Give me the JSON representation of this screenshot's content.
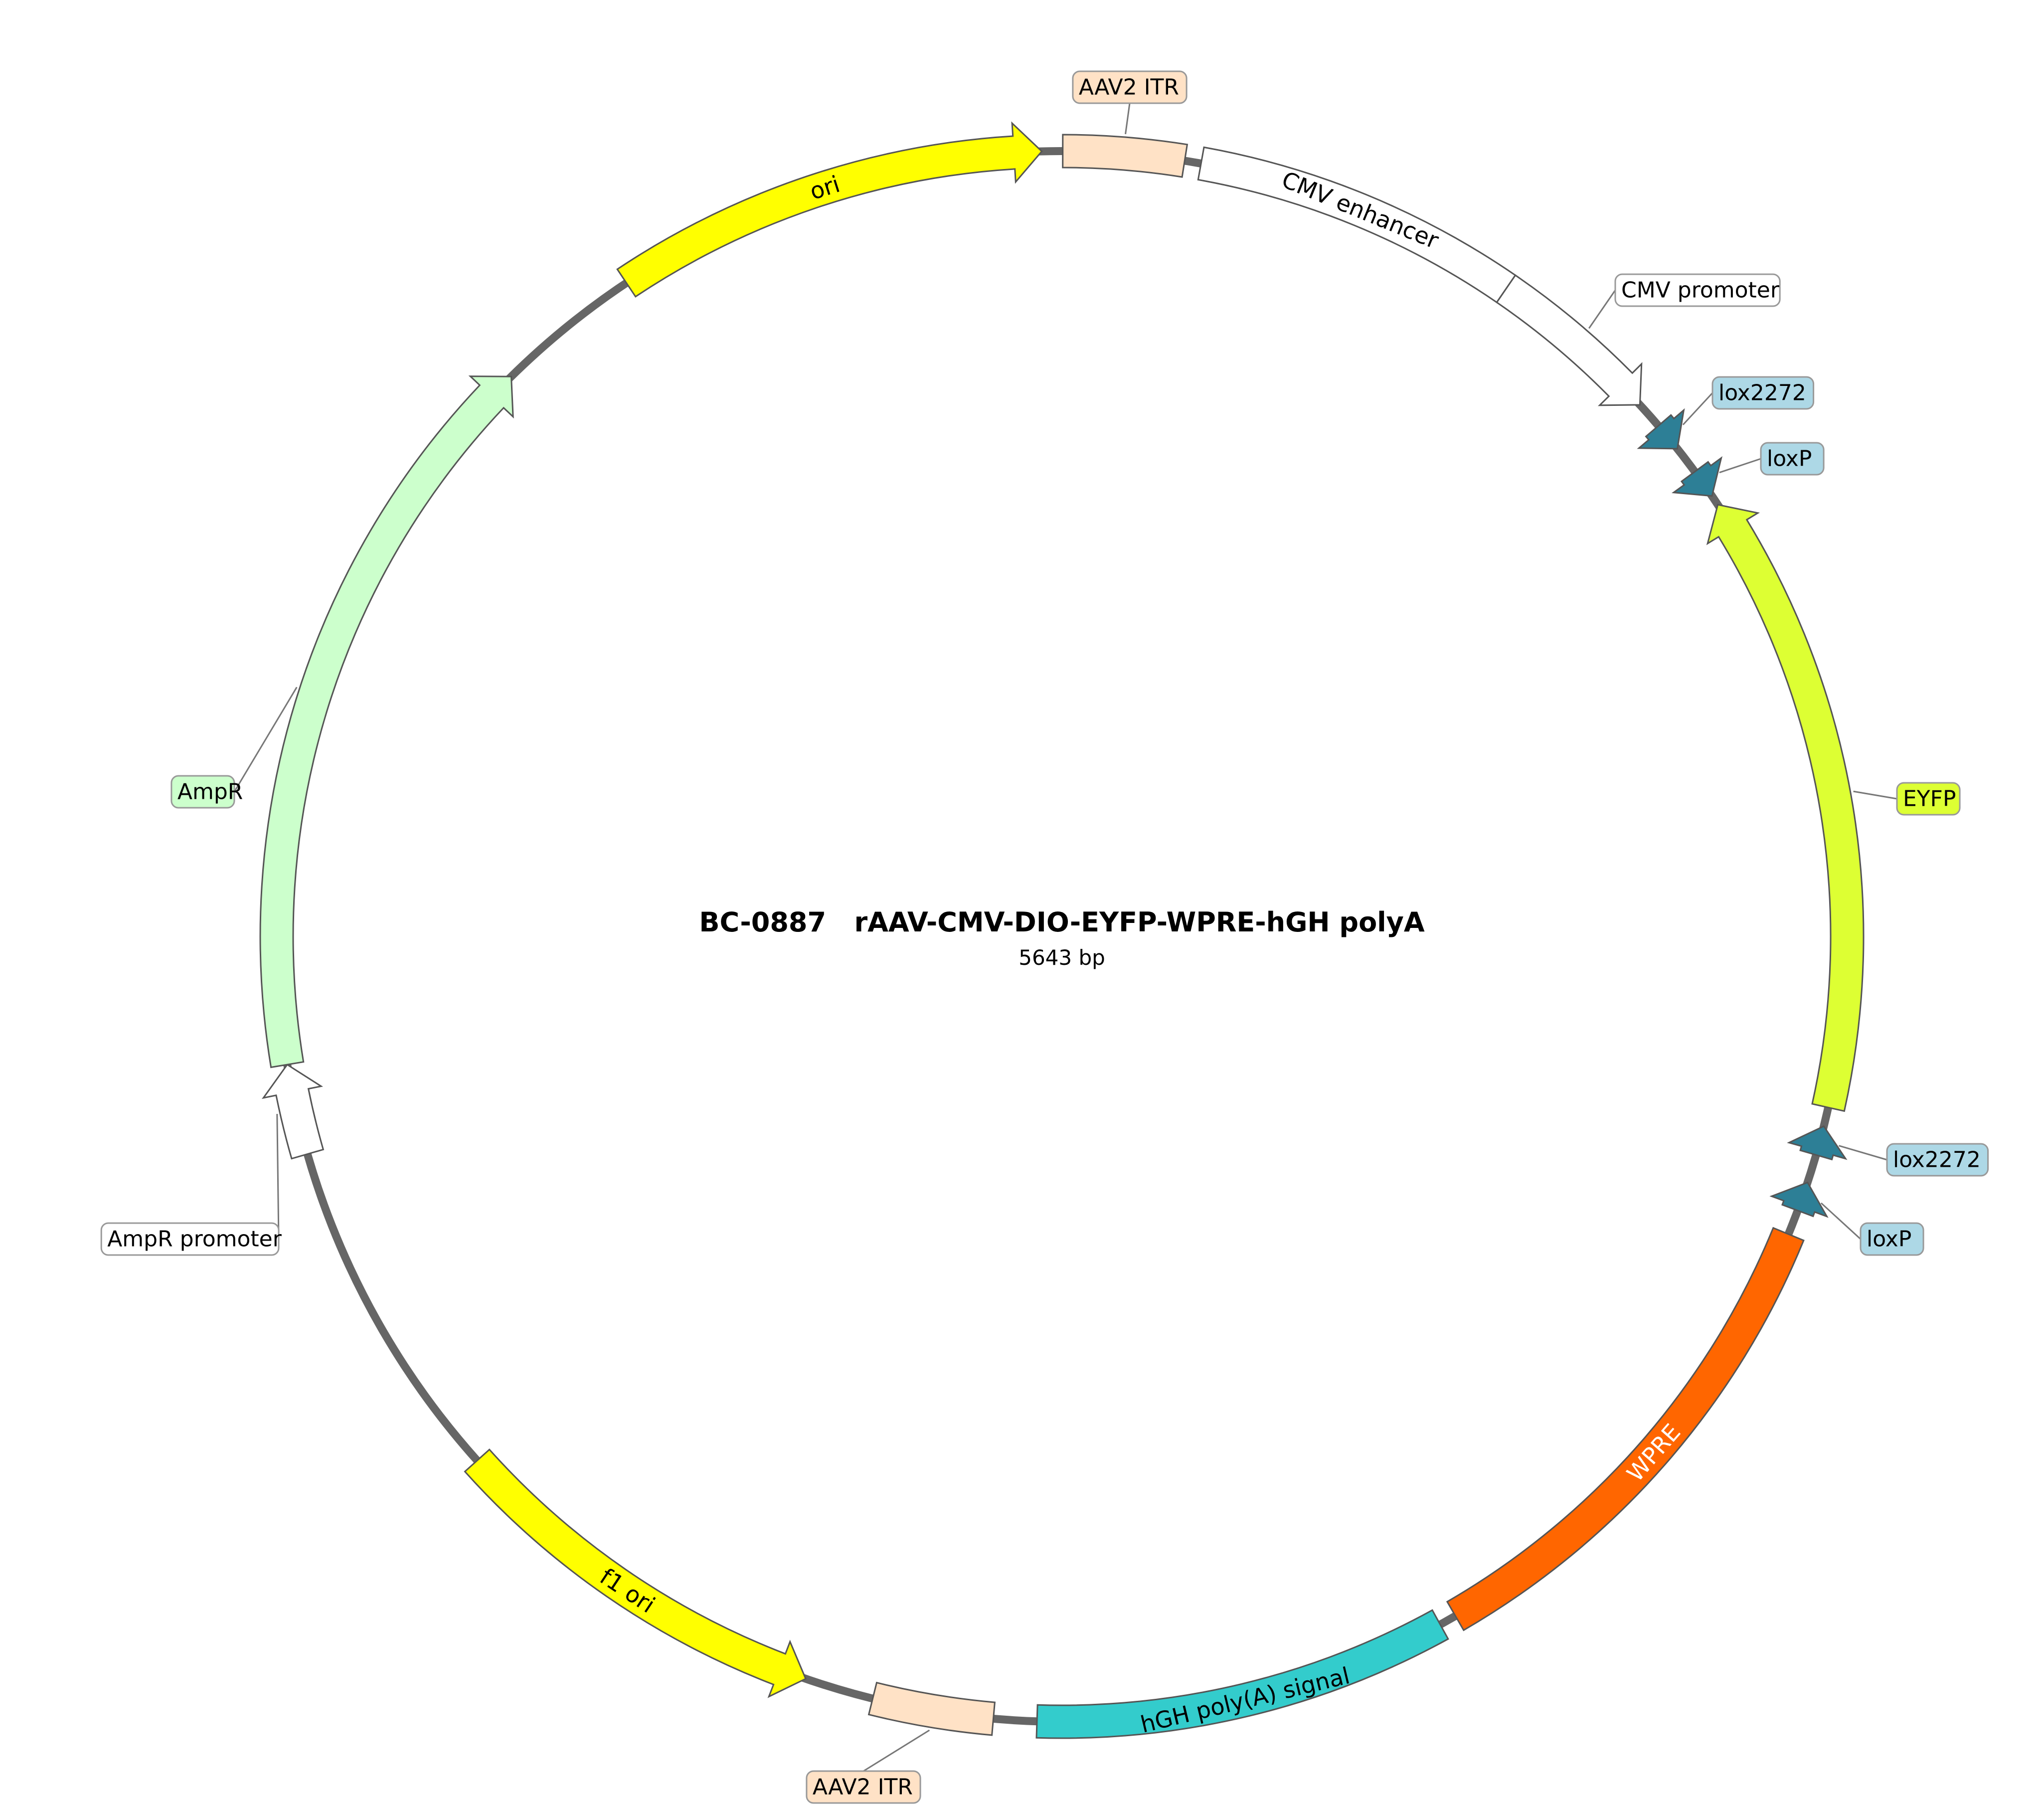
{
  "title": "BC-0887   rAAV-CMV-DIO-EYFP-WPRE-hGH polyA",
  "length_label": "5643 bp",
  "colors": {
    "backbone": "#666666",
    "feature_stroke": "#555555"
  },
  "features": [
    {
      "id": "aav2-itr-top",
      "label": "AAV2 ITR",
      "color": "#ffe2c6",
      "kind": "box",
      "start": 1,
      "end": 141,
      "label_mode": "callout"
    },
    {
      "id": "cmv-enhancer",
      "label": "CMV enhancer",
      "color": "#ffffff",
      "kind": "box",
      "start": 160,
      "end": 540,
      "label_mode": "inside",
      "text_color": "#000000"
    },
    {
      "id": "cmv-promoter",
      "label": "CMV promoter",
      "color": "#ffffff",
      "kind": "arrow",
      "start": 540,
      "end": 743,
      "label_mode": "callout"
    },
    {
      "id": "lox2272-a",
      "label": "lox2272",
      "color": "#2d7f96",
      "kind": "arrow",
      "start": 775,
      "end": 809,
      "label_mode": "callout",
      "callout_color": "#add8e6"
    },
    {
      "id": "loxp-a",
      "label": "loxP",
      "color": "#2d7f96",
      "kind": "arrow",
      "start": 842,
      "end": 876,
      "label_mode": "callout",
      "callout_color": "#add8e6"
    },
    {
      "id": "eyfp",
      "label": "EYFP",
      "color": "#ddff33",
      "kind": "arrow-rev",
      "start": 888,
      "end": 1608,
      "label_mode": "callout"
    },
    {
      "id": "lox2272-b",
      "label": "lox2272",
      "color": "#2d7f96",
      "kind": "arrow-rev",
      "start": 1630,
      "end": 1664,
      "label_mode": "callout",
      "callout_color": "#add8e6"
    },
    {
      "id": "loxp-b",
      "label": "loxP",
      "color": "#2d7f96",
      "kind": "arrow-rev",
      "start": 1697,
      "end": 1731,
      "label_mode": "callout",
      "callout_color": "#add8e6"
    },
    {
      "id": "wpre",
      "label": "WPRE",
      "color": "#ff6600",
      "kind": "box",
      "start": 1760,
      "end": 2350,
      "label_mode": "inside",
      "text_color": "#ffffff"
    },
    {
      "id": "hgh-polya",
      "label": "hGH poly(A) signal",
      "color": "#33cccc",
      "kind": "box",
      "start": 2370,
      "end": 2850,
      "label_mode": "inside",
      "text_color": "#000000"
    },
    {
      "id": "aav2-itr-bottom",
      "label": "AAV2 ITR",
      "color": "#ffe2c6",
      "kind": "box",
      "start": 2900,
      "end": 3040,
      "label_mode": "callout"
    },
    {
      "id": "f1-ori",
      "label": "f1 ori",
      "color": "#ffff00",
      "kind": "arrow-rev",
      "start": 3120,
      "end": 3576,
      "label_mode": "inside",
      "text_color": "#000000"
    },
    {
      "id": "ampr-promoter",
      "label": "AmpR promoter",
      "color": "#ffffff",
      "kind": "arrow",
      "start": 3980,
      "end": 4085,
      "label_mode": "callout"
    },
    {
      "id": "ampr",
      "label": "AmpR",
      "color": "#ccffcc",
      "kind": "arrow",
      "start": 4085,
      "end": 4945,
      "label_mode": "callout"
    },
    {
      "id": "ori",
      "label": "ori",
      "color": "#ffff00",
      "kind": "arrow",
      "start": 5115,
      "end": 5620,
      "label_mode": "inside",
      "text_color": "#000000"
    }
  ]
}
